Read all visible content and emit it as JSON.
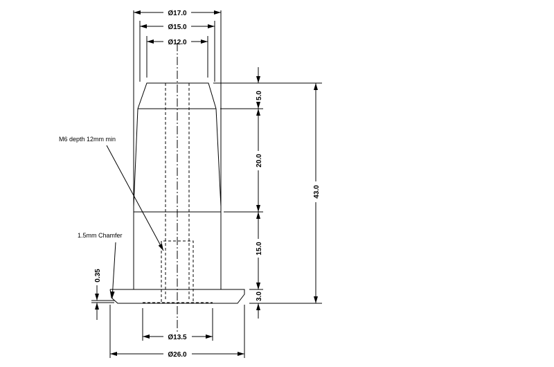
{
  "dimensions": {
    "dia_17": "Ø17.0",
    "dia_15": "Ø15.0",
    "dia_12": "Ø12.0",
    "h_5": "5.0",
    "h_20": "20.0",
    "h_15": "15.0",
    "h_3": "3.0",
    "h_43": "43.0",
    "h_035": "0.35",
    "dia_13_5": "Ø13.5",
    "dia_26": "Ø26.0"
  },
  "notes": {
    "thread": "M6 depth 12mm min",
    "chamfer": "1.5mm Chamfer"
  },
  "colors": {
    "line": "#000000",
    "background": "#ffffff"
  }
}
